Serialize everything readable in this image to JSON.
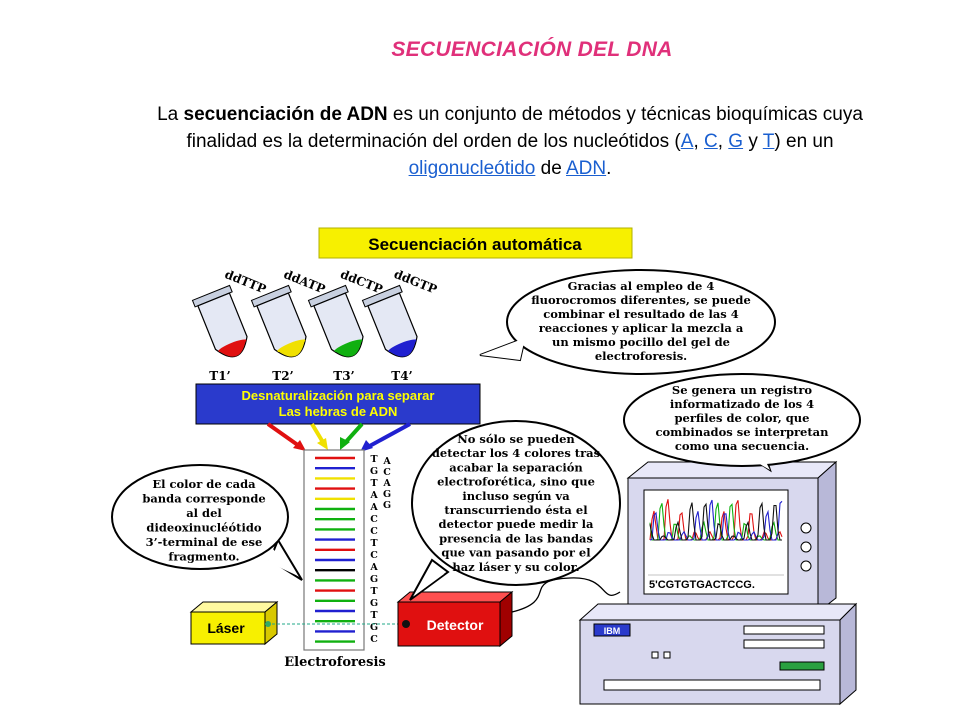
{
  "header": {
    "title": "SECUENCIACIÓN DEL DNA",
    "intro": {
      "prefix": "La ",
      "term": "secuenciación de ADN",
      "text1": " es un conjunto de métodos y técnicas bioquímicas cuya finalidad es la determinación del orden de los nucleótidos (",
      "link_a": "A",
      "sep1": ", ",
      "link_c": "C",
      "sep2": ", ",
      "link_g": "G",
      "sep3": " y ",
      "link_t": "T",
      "text2": ") en un ",
      "link_oligo": "oligonucleótido",
      "text3": " de ",
      "link_adn": "ADN",
      "text4": "."
    }
  },
  "diagram": {
    "banner_title": "Secuenciación automática",
    "tubes": [
      {
        "label": "ddTTP",
        "tag": "T1’",
        "color": "#e01010"
      },
      {
        "label": "ddATP",
        "tag": "T2’",
        "color": "#f0e000"
      },
      {
        "label": "ddCTP",
        "tag": "T3’",
        "color": "#10b010"
      },
      {
        "label": "ddGTP",
        "tag": "T4’",
        "color": "#2020d0"
      }
    ],
    "denaturation_box": [
      "Desnaturalización para separar",
      "Las hebras de ADN"
    ],
    "bubble_fluoro": [
      "Gracias al empleo de 4",
      "fluorocromos diferentes, se puede",
      "combinar el resultado de las 4",
      "reacciones y aplicar la mezcla a",
      "un mismo pocillo del gel de",
      "electroforesis."
    ],
    "bubble_registro": [
      "Se genera un registro",
      "informatizado de los 4",
      "perfiles de color, que",
      "combinados se interpretan",
      "como una secuencia."
    ],
    "bubble_color": [
      "El color de cada",
      "banda corresponde",
      "al del",
      "dideoxinucléótido",
      "3’-terminal de ese",
      "fragmento."
    ],
    "bubble_detect": [
      "No sólo se pueden",
      "detectar los 4 colores tras",
      "acabar la separación",
      "electroforética, sino que",
      "incluso según va",
      "transcurriendo ésta el",
      "detector puede medir la",
      "presencia de las bandas",
      "que van pasando por el",
      "haz láser y su color."
    ],
    "seq_col1": [
      "T",
      "G",
      "T",
      "A",
      "A",
      "C",
      "C",
      "T",
      "C",
      "A",
      "G",
      "T",
      "G",
      "T",
      "G",
      "C"
    ],
    "seq_col2": [
      "A",
      "C",
      "A",
      "G",
      "G"
    ],
    "laser_label": "Láser",
    "detector_label": "Detector",
    "gel_label": "Electroforesis",
    "screen_sequence": "5'CGTGTGACTCCG.",
    "brand": "IBM",
    "band_colors": [
      "#e01010",
      "#2020d0",
      "#f0e000",
      "#e01010",
      "#f0e000",
      "#10b010",
      "#10b010",
      "#10b010",
      "#2020d0",
      "#e01010",
      "#2020d0",
      "#000000",
      "#10b010",
      "#e01010",
      "#10b010",
      "#2020d0",
      "#10b010",
      "#2020d0",
      "#10b010"
    ]
  }
}
